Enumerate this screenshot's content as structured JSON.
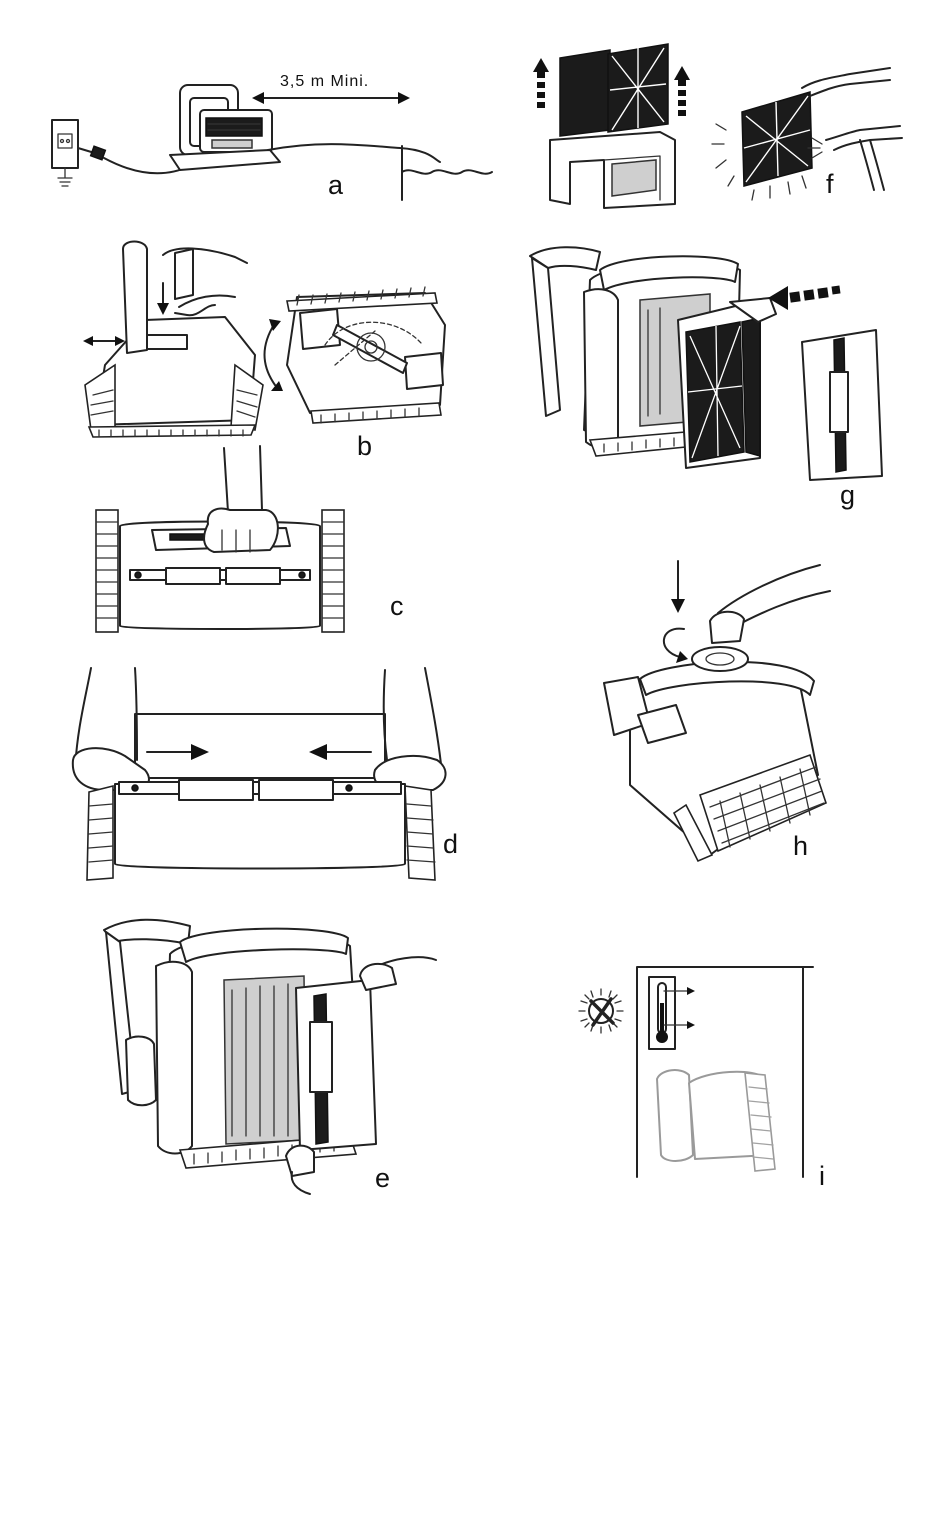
{
  "labels": {
    "a": "a",
    "b": "b",
    "c": "c",
    "d": "d",
    "e": "e",
    "f": "f",
    "g": "g",
    "h": "h",
    "i": "i"
  },
  "distance_text": "3,5  m  Mini."
}
